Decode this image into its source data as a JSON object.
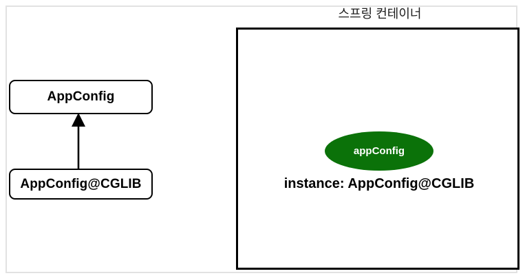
{
  "diagram": {
    "type": "class-instance-relationship-diagram",
    "left_panel": {
      "parent_class_box": {
        "label": "AppConfig",
        "shape": "rounded-rectangle"
      },
      "child_class_box": {
        "label": "AppConfig@CGLIB",
        "shape": "rounded-rectangle"
      },
      "relationship": {
        "name": "inheritance-arrow",
        "from": "AppConfig@CGLIB",
        "to": "AppConfig",
        "arrowhead": "filled-triangle-up"
      }
    },
    "right_panel": {
      "title": "스프링 컨테이너",
      "bean": {
        "name": "appConfig",
        "shape": "ellipse",
        "instance_label": "instance: AppConfig@CGLIB"
      }
    }
  },
  "colors": {
    "bean_fill": "#0b7209",
    "bean_text": "#ffffff",
    "stroke": "#000000",
    "page_frame": "#e2e2e2",
    "background": "#ffffff",
    "title_text": "#1b1b1b"
  }
}
